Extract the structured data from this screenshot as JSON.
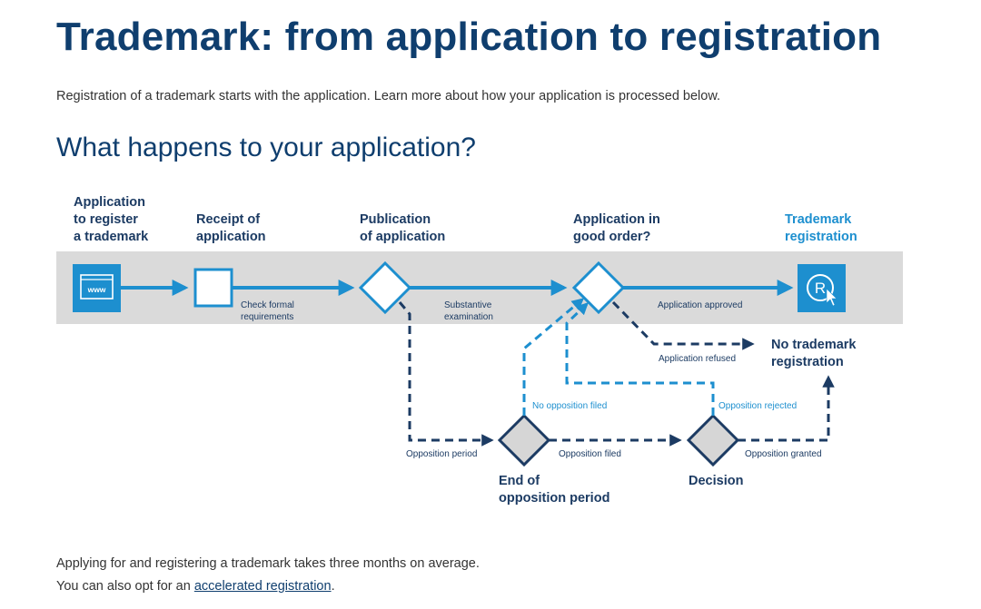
{
  "page": {
    "title": "Trademark: from application to registration",
    "intro": "Registration of a trademark starts with the application. Learn more about how your application is processed below.",
    "subtitle": "What happens to your application?"
  },
  "diagram": {
    "steps": {
      "application": [
        "Application",
        "to register",
        "a trademark"
      ],
      "receipt": [
        "Receipt of",
        "application"
      ],
      "publication": [
        "Publication",
        "of application"
      ],
      "good_order": [
        "Application in",
        "good order?"
      ],
      "registration": [
        "Trademark",
        "registration"
      ],
      "no_registration": [
        "No trademark",
        "registration"
      ],
      "end_opposition": [
        "End of",
        "opposition period"
      ],
      "decision": [
        "Decision"
      ]
    },
    "edges": {
      "check_formal": [
        "Check formal",
        "requirements"
      ],
      "substantive": [
        "Substantive",
        "examination"
      ],
      "approved": "Application approved",
      "refused": "Application refused",
      "opposition_period": "Opposition period",
      "no_opposition": "No opposition filed",
      "opposition_filed": "Opposition filed",
      "opposition_rejected": "Opposition rejected",
      "opposition_granted": "Opposition granted"
    },
    "icons": {
      "application": "www-browser-icon",
      "registration": "registered-trademark-icon"
    },
    "www_text": "www",
    "registered_symbol": "R",
    "colors": {
      "dark_blue": "#1c3b63",
      "bright_blue": "#1d8fcf",
      "band_grey": "#dadada",
      "diamond_grey": "#d6d6d6"
    }
  },
  "footer": {
    "line1": "Applying for and registering a trademark takes three months on average.",
    "line2_prefix": "You can also opt for an ",
    "line2_link": "accelerated registration",
    "line2_suffix": "."
  }
}
